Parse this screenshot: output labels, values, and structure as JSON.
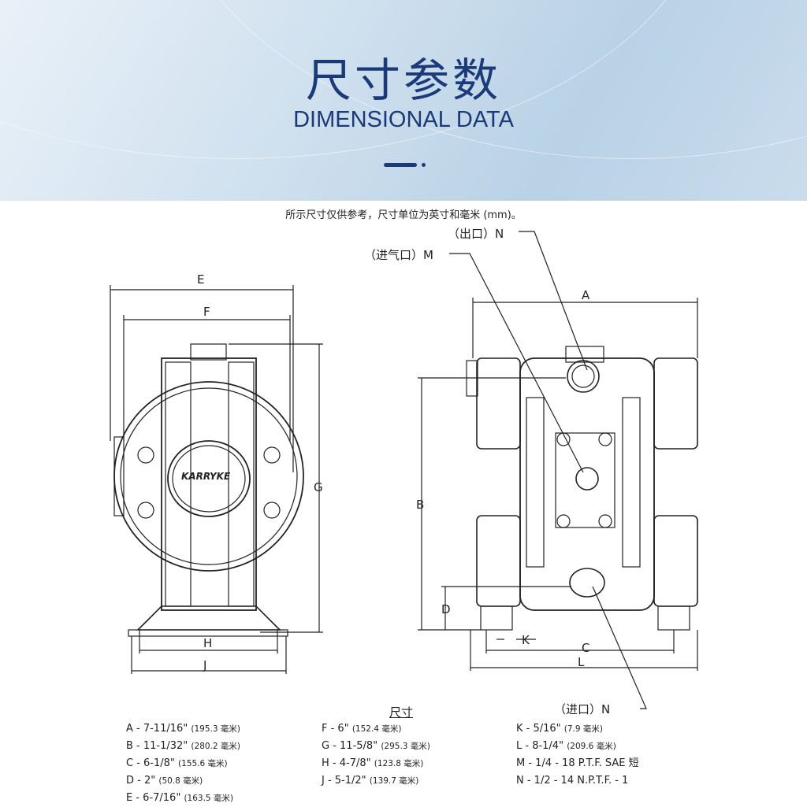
{
  "header": {
    "title_cn": "尺寸参数",
    "title_en": "DIMENSIONAL DATA"
  },
  "note": "所示尺寸仅供参考，尺寸单位为英寸和毫米 (mm)。",
  "callouts": {
    "outlet": "（出口）N",
    "air_inlet": "（进气口）M",
    "inlet": "（进口）N"
  },
  "dimension_letters": {
    "A": "A",
    "B": "B",
    "C": "C",
    "D": "D",
    "E": "E",
    "F": "F",
    "G": "G",
    "H": "H",
    "J": "J",
    "K": "K",
    "L": "L"
  },
  "logo": "KARRYKE",
  "table": {
    "title": "尺寸",
    "columns": [
      [
        {
          "k": "A - 7-11/16\"",
          "mm": "(195.3 毫米)"
        },
        {
          "k": "B -  11-1/32\"",
          "mm": "(280.2 毫米)"
        },
        {
          "k": "C - 6-1/8\"",
          "mm": "(155.6 毫米)"
        },
        {
          "k": "D - 2\"",
          "mm": "(50.8 毫米)"
        },
        {
          "k": "E - 6-7/16\"",
          "mm": "(163.5 毫米)"
        }
      ],
      [
        {
          "k": "F -  6\"",
          "mm": "(152.4 毫米)"
        },
        {
          "k": "G - 11-5/8\"",
          "mm": "(295.3 毫米)"
        },
        {
          "k": "H - 4-7/8\"",
          "mm": "(123.8 毫米)"
        },
        {
          "k": "J -  5-1/2\"",
          "mm": "(139.7 毫米)"
        }
      ],
      [
        {
          "k": "K - 5/16\"",
          "mm": "(7.9 毫米)"
        },
        {
          "k": "L - 8-1/4\"",
          "mm": "(209.6 毫米)"
        },
        {
          "k": "M - 1/4 - 18 P.T.F. SAE 短",
          "mm": ""
        },
        {
          "k": "N - 1/2 - 14 N.P.T.F. - 1",
          "mm": ""
        }
      ]
    ]
  }
}
